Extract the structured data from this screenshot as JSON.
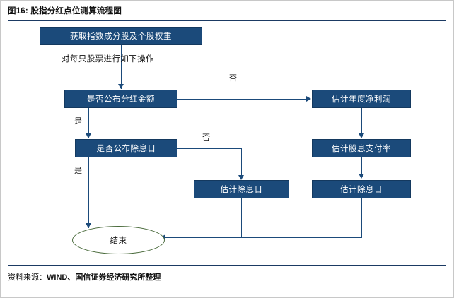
{
  "figure": {
    "title": "图16: 股指分红点位测算流程图",
    "source_label": "资料来源：",
    "source_value": "WIND、国信证券经济研究所整理"
  },
  "flowchart": {
    "nodes": [
      {
        "id": "n1",
        "label": "获取指数成分股及个股权重",
        "shape": "rect"
      },
      {
        "id": "n2",
        "label": "是否公布分红金额",
        "shape": "rect"
      },
      {
        "id": "n3",
        "label": "估计年度净利润",
        "shape": "rect"
      },
      {
        "id": "n4",
        "label": "是否公布除息日",
        "shape": "rect"
      },
      {
        "id": "n5",
        "label": "估计股息支付率",
        "shape": "rect"
      },
      {
        "id": "n6",
        "label": "估计除息日",
        "shape": "rect"
      },
      {
        "id": "n7",
        "label": "估计除息日",
        "shape": "rect"
      },
      {
        "id": "n8",
        "label": "结束",
        "shape": "ellipse"
      }
    ],
    "annotations": [
      {
        "id": "a1",
        "text": "对每只股票进行如下操作"
      }
    ],
    "edge_labels": [
      {
        "id": "e1",
        "text": "否"
      },
      {
        "id": "e2",
        "text": "是"
      },
      {
        "id": "e3",
        "text": "否"
      },
      {
        "id": "e4",
        "text": "是"
      }
    ],
    "colors": {
      "node_fill": "#1b4a7a",
      "node_text": "#ffffff",
      "line": "#1b4a7a",
      "ellipse_stroke": "#4a6b3c",
      "rule": "#1b3a63"
    }
  }
}
